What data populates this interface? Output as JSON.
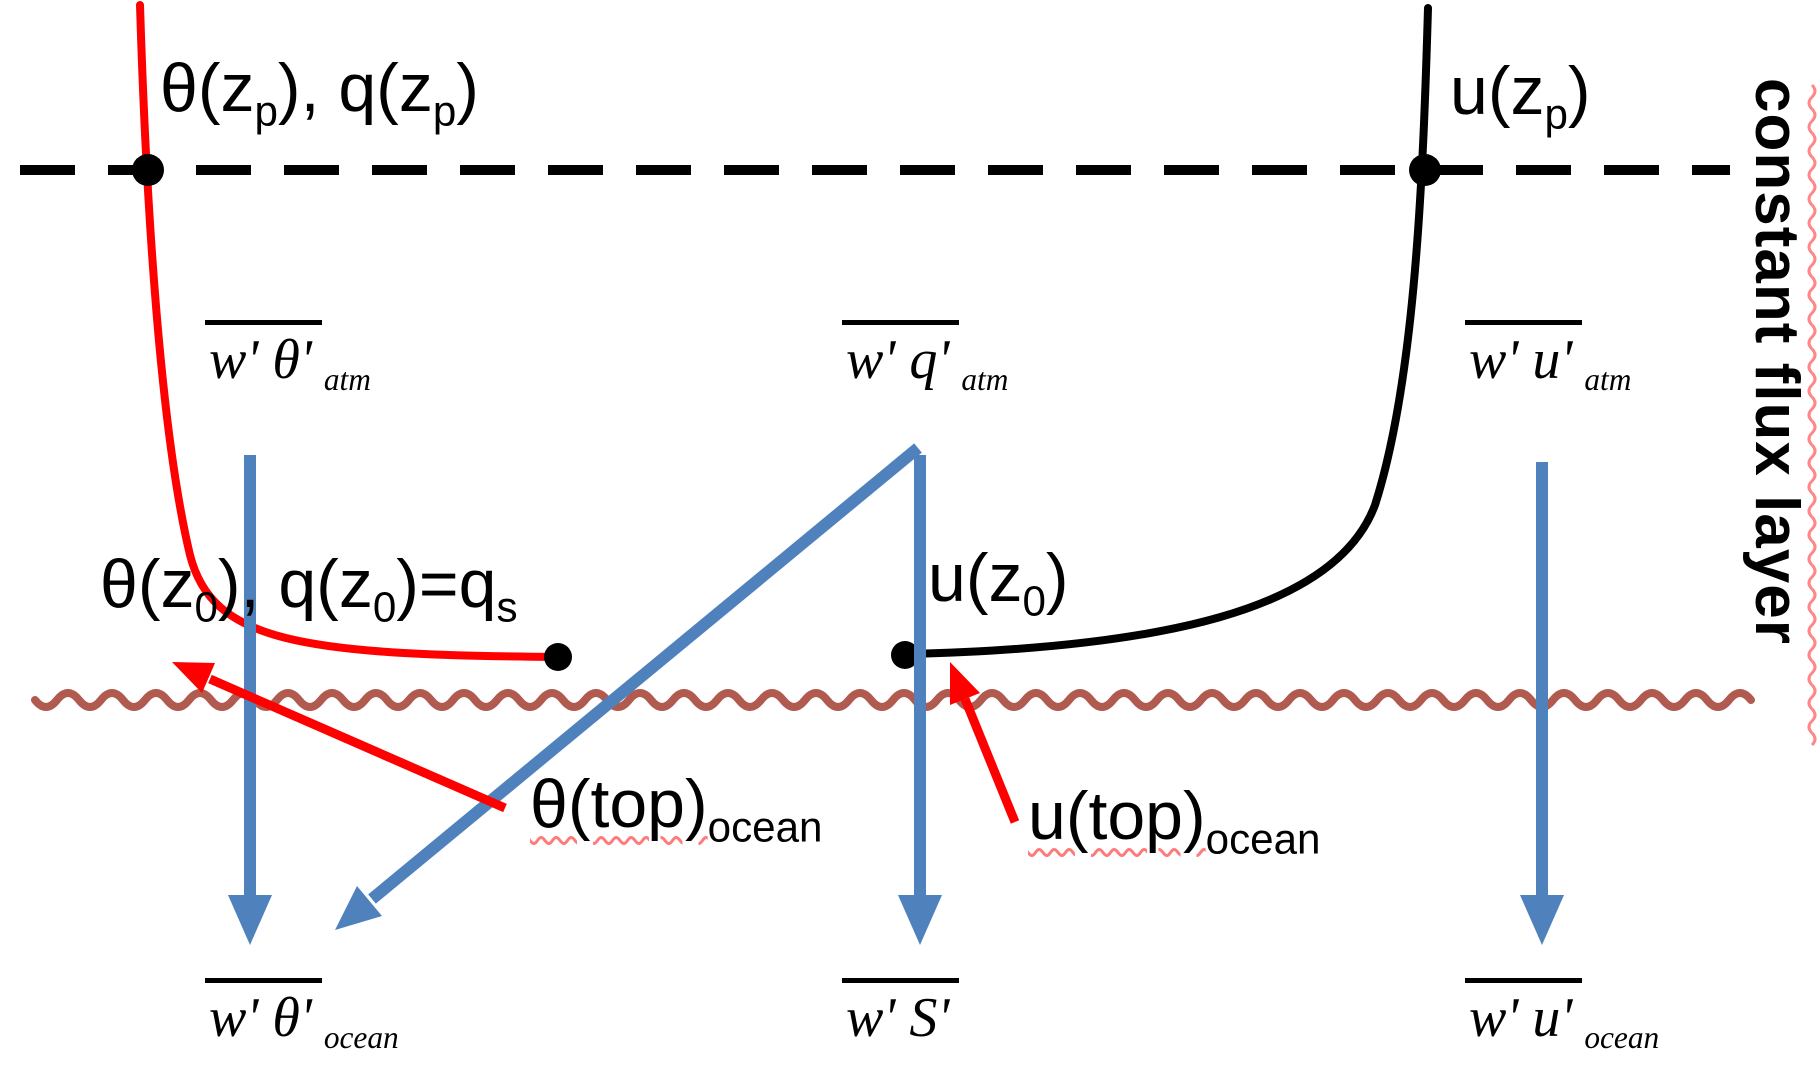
{
  "colors": {
    "ink": "#000000",
    "profile_red": "#ff0000",
    "flux_arrow_blue": "#4f81bd",
    "ocean_wave": "#b05a50",
    "spellcheck_red": "#ff7a7a"
  },
  "labels": {
    "theta_q_zp": {
      "t1": "θ(z",
      "sub1": "p",
      "t2": "), q(z",
      "sub2": "p",
      "t3": ")"
    },
    "u_zp": {
      "t1": "u(z",
      "sub1": "p",
      "t2": ")"
    },
    "flux_theta_atm": {
      "main": "w' θ'",
      "sub": "atm"
    },
    "flux_q_atm": {
      "main": "w' q'",
      "sub": "atm"
    },
    "flux_u_atm": {
      "main": "w' u'",
      "sub": "atm"
    },
    "theta_q_z0": {
      "t1": "θ(z",
      "sub1": "0",
      "t2": "), q(z",
      "sub2": "0",
      "t3": ")=q",
      "sub3": "s"
    },
    "u_z0": {
      "t1": "u(z",
      "sub1": "0",
      "t2": ")"
    },
    "theta_top_ocean": {
      "main": "θ(top)",
      "sub": "ocean"
    },
    "u_top_ocean": {
      "main": "u(top)",
      "sub": "ocean"
    },
    "flux_theta_ocean": {
      "main": "w' θ'",
      "sub": "ocean"
    },
    "flux_s_ocean": {
      "main": "w' S'",
      "sub": ""
    },
    "flux_u_ocean": {
      "main": "w' u'",
      "sub": "ocean"
    },
    "constant_flux_layer": "constant flux layer"
  }
}
